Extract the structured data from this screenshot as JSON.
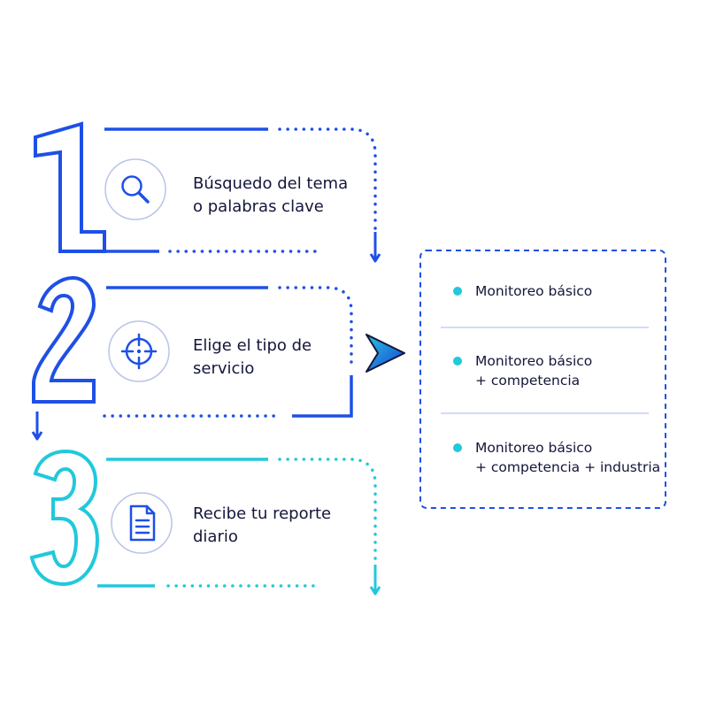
{
  "steps": [
    {
      "number": "1",
      "icon": "search-icon",
      "color": "#1e50e6",
      "lines": [
        "Búsquedo del tema",
        "o palabras clave"
      ]
    },
    {
      "number": "2",
      "icon": "target-icon",
      "color": "#1e50e6",
      "lines": [
        "Elige el tipo de",
        "servicio"
      ]
    },
    {
      "number": "3",
      "icon": "document-icon",
      "color": "#22c8dc",
      "lines": [
        "Recibe tu reporte",
        "diario"
      ]
    }
  ],
  "options": [
    {
      "lines": [
        "Monitoreo básico"
      ]
    },
    {
      "lines": [
        "Monitoreo básico",
        "+ competencia"
      ]
    },
    {
      "lines": [
        "Monitoreo básico",
        "+ competencia + industria"
      ]
    }
  ],
  "colors": {
    "blue": "#1e50e6",
    "cyan": "#22c8dc",
    "text": "#14163a",
    "icon_circle": "#b9c4e6",
    "divider": "#b9c8ee",
    "bullet": "#22c8dc"
  }
}
